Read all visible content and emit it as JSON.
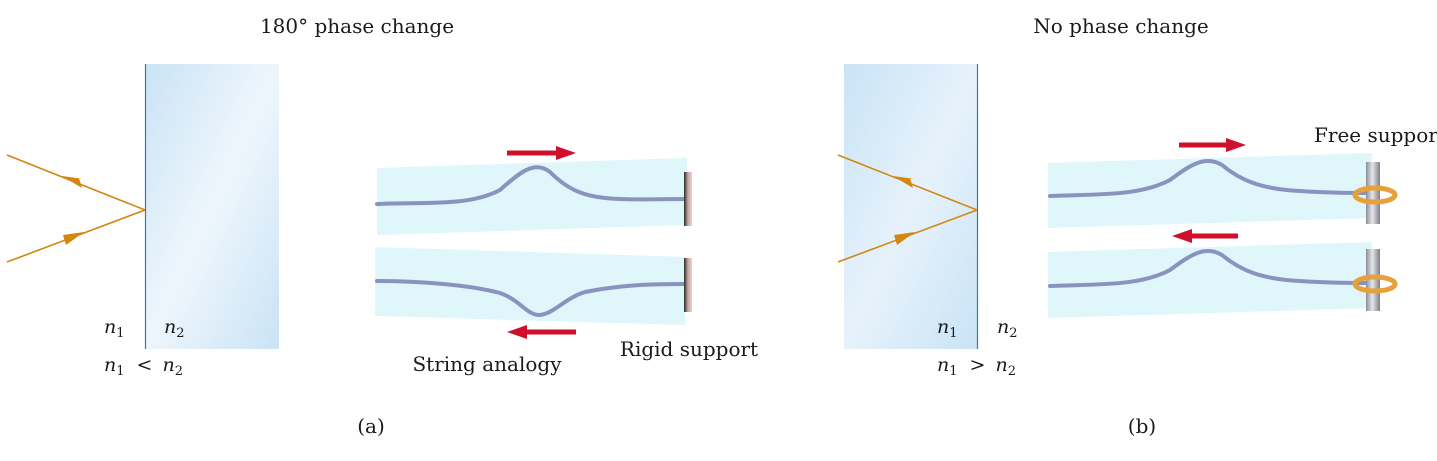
{
  "panel_a": {
    "title": "180° phase change",
    "n_left": "n",
    "n_left_sub": "1",
    "n_right": "n",
    "n_right_sub": "2",
    "relation_left": "n",
    "relation_left_sub": "1",
    "relation_sign": "<",
    "relation_right": "n",
    "relation_right_sub": "2",
    "string_caption": "String analogy",
    "support_caption": "Rigid support",
    "panel_label": "(a)"
  },
  "panel_b": {
    "title": "No phase change",
    "n_left": "n",
    "n_left_sub": "1",
    "n_right": "n",
    "n_right_sub": "2",
    "relation_left": "n",
    "relation_left_sub": "1",
    "relation_sign": ">",
    "relation_right": "n",
    "relation_right_sub": "2",
    "support_caption": "Free support",
    "panel_label": "(b)"
  },
  "colors": {
    "ray": "#d4860f",
    "arrow_red": "#d0102a",
    "medium_blue": "#cfe6f7",
    "string_band": "#dff6fb",
    "string": "#8a93bf",
    "ring": "#e8a13a"
  }
}
